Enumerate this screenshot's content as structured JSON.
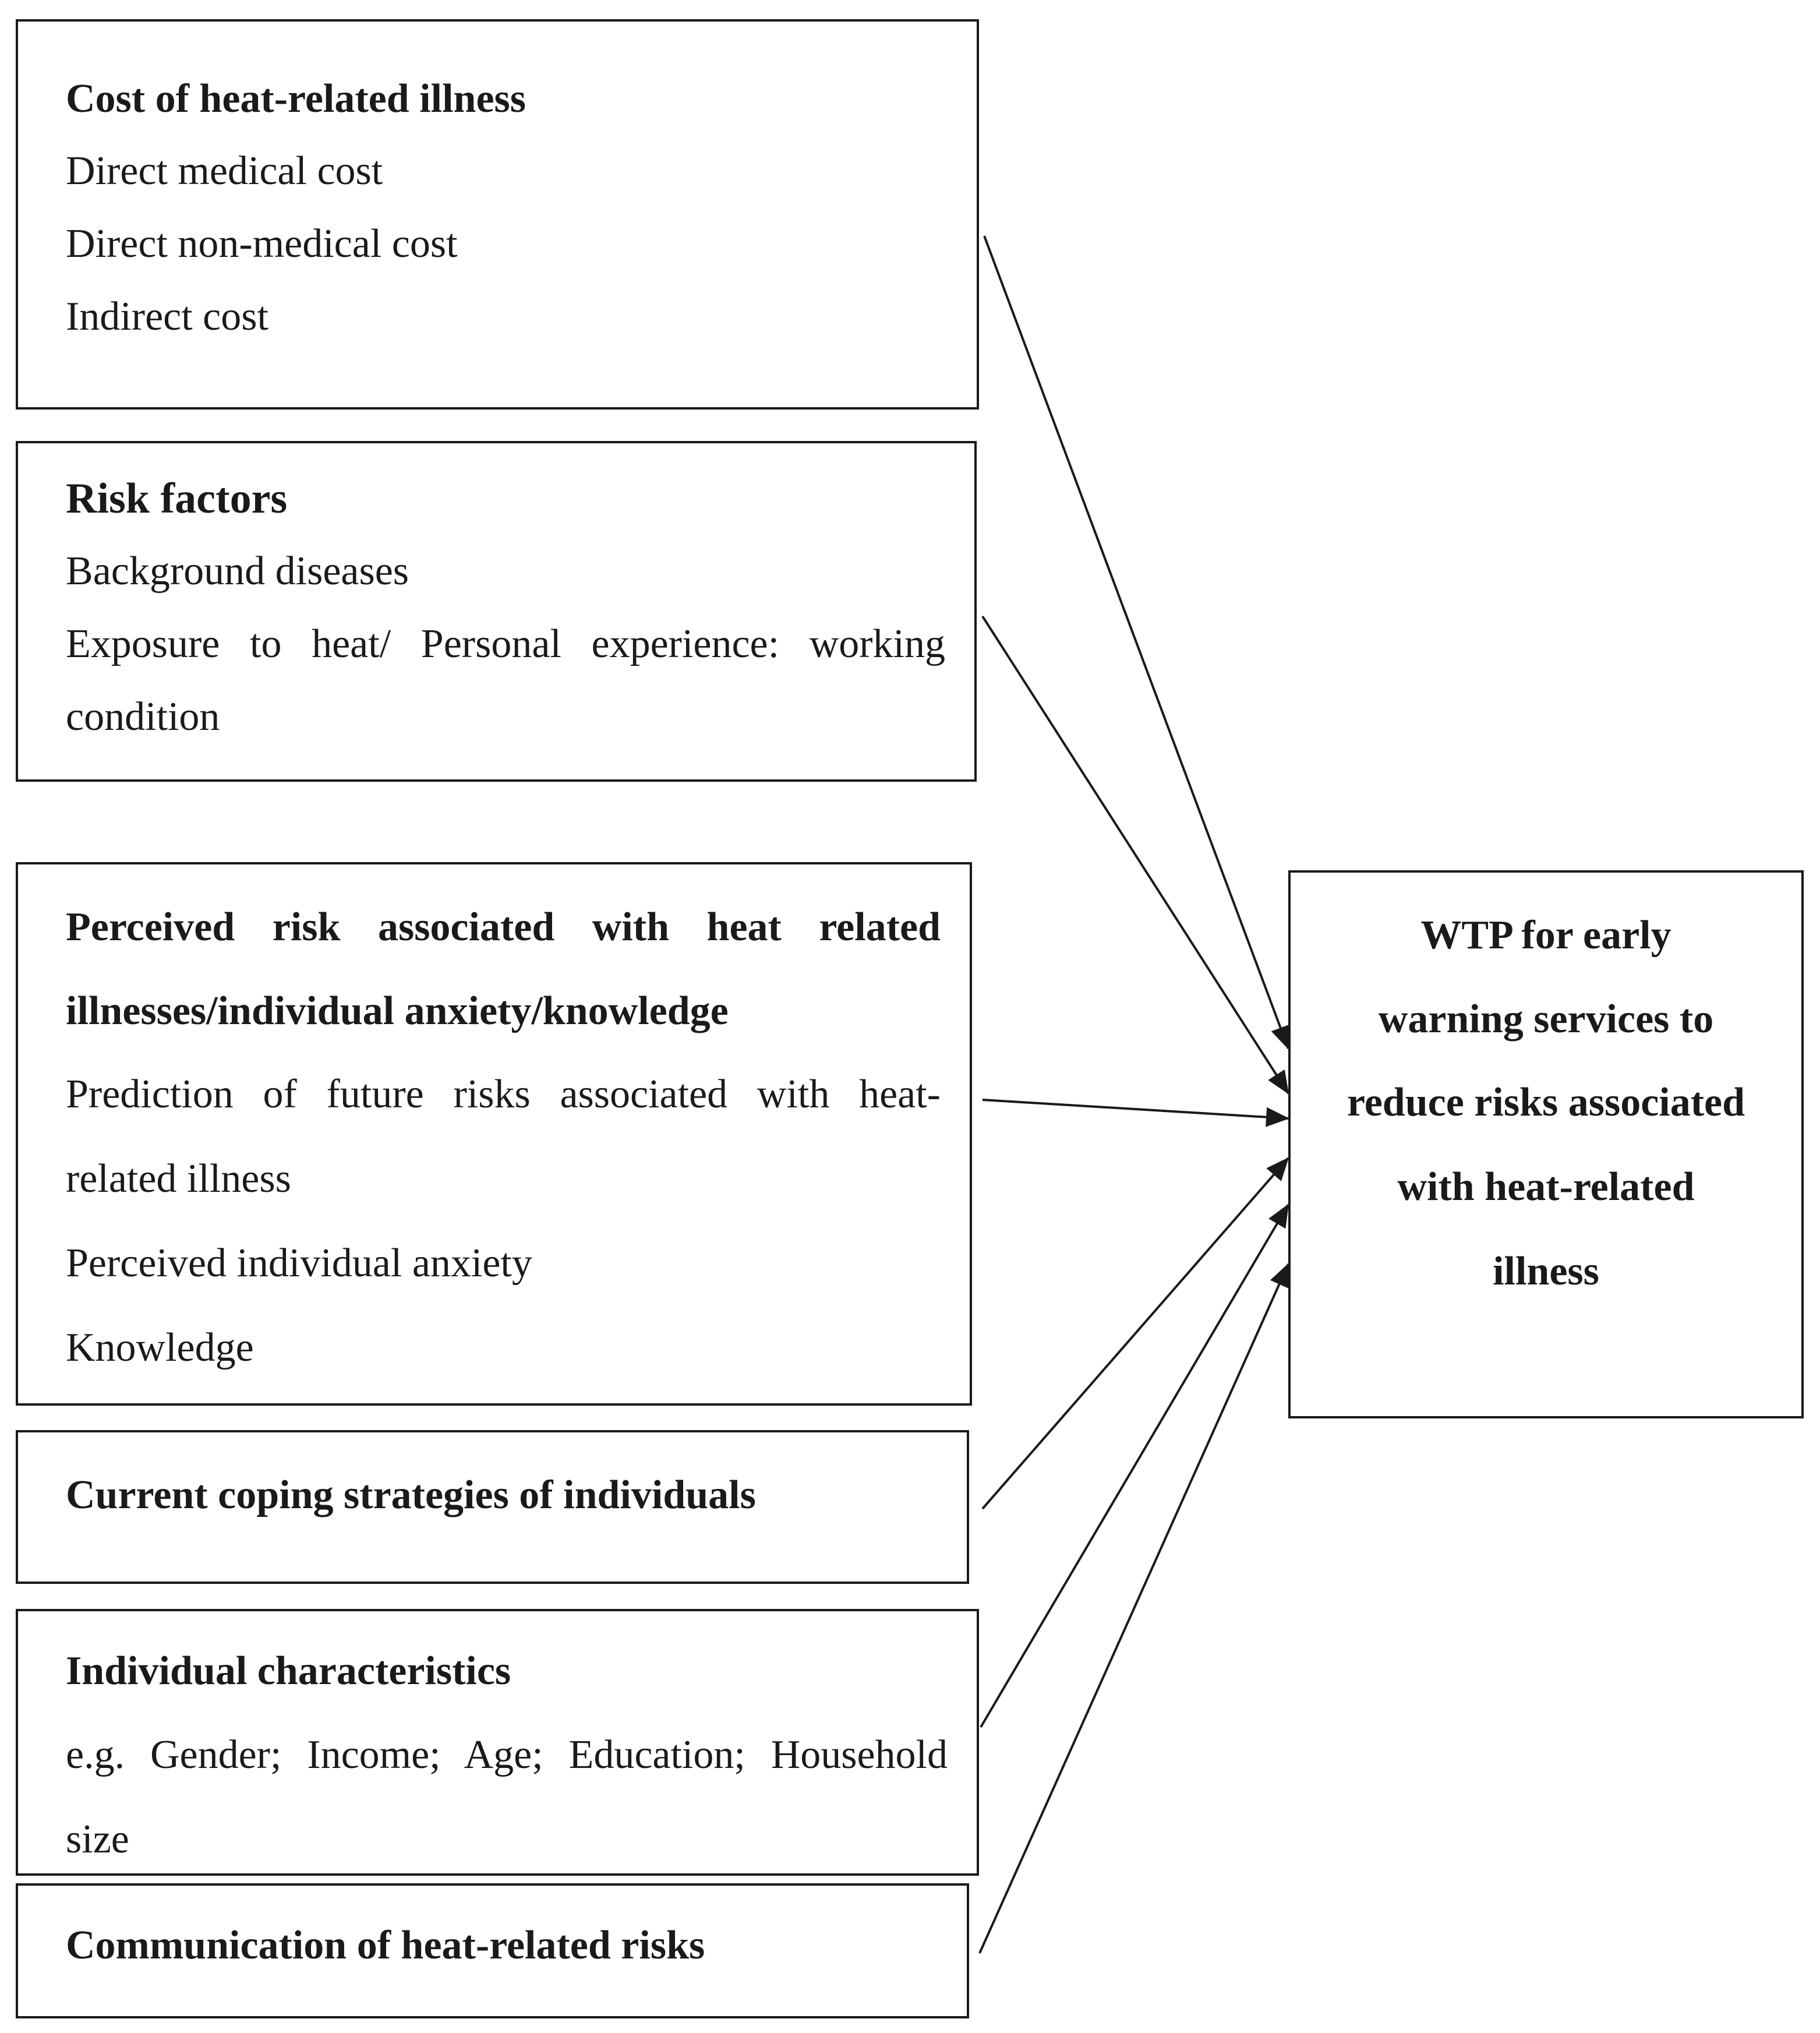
{
  "boxes": [
    {
      "id": "cost",
      "title": "Cost of heat-related illness",
      "items": [
        "Direct medical cost",
        "Direct non-medical cost",
        "Indirect cost"
      ]
    },
    {
      "id": "risk",
      "title": "Risk factors",
      "items": [
        "Background diseases",
        "Exposure to heat/ Personal experience: working",
        "condition"
      ]
    },
    {
      "id": "perceived",
      "title_lines": [
        "Perceived risk associated with heat related",
        "illnesses/individual anxiety/knowledge"
      ],
      "items": [
        "Prediction of future risks associated with heat-",
        "related illness",
        "Perceived individual anxiety",
        "Knowledge"
      ]
    },
    {
      "id": "coping",
      "title": "Current coping strategies of individuals"
    },
    {
      "id": "individual",
      "title": "Individual characteristics",
      "items": [
        "e.g. Gender; Income; Age; Education; Household",
        "size"
      ]
    },
    {
      "id": "communication",
      "title": "Communication of heat-related risks"
    }
  ],
  "target": {
    "lines": [
      "WTP for early",
      "warning services to",
      "reduce risks associated",
      "with heat-related",
      "illness"
    ]
  }
}
